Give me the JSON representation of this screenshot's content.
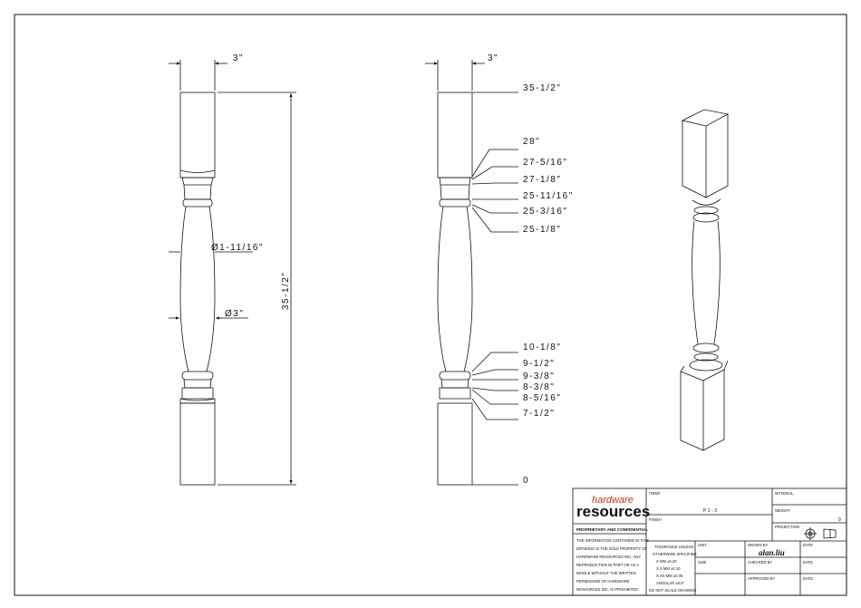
{
  "drawing": {
    "width_dims": [
      "3\"",
      "3\""
    ],
    "overall_height": "35-1/2\"",
    "diameter_min": "Ø1-11/16\"",
    "diameter_max": "Ø3\"",
    "elevations": [
      "35-1/2\"",
      "28\"",
      "27-5/16\"",
      "27-1/8\"",
      "25-11/16\"",
      "25-3/16\"",
      "25-1/8\"",
      "10-1/8\"",
      "9-1/2\"",
      "9-3/8\"",
      "8-3/8\"",
      "8-5/16\"",
      "7-1/2\"",
      "0"
    ]
  },
  "title_block": {
    "logo_top": "hardware",
    "logo_bottom": "resources",
    "proprietary_heading": "PROPRIETARY AND CONFIDENTIAL",
    "proprietary_lines": [
      "THE INFORMATION CONTAINED IN THIS",
      "DRAWING IS THE SOLE PROPERTY OF",
      "HARDWARE RESOURCES INC.  ANY",
      "REPRODUCTION IN PART OR AS A",
      "WHOLE  WITHOUT THE WRITTEN",
      "PERMISSION OF HARDWARE",
      "RESOURCES INC. IS PROHIBITED"
    ],
    "item_label": "ITEM#",
    "item_value": "P1-3",
    "finish_label": "FINISH",
    "material_label": "MATERIAL",
    "weight_label": "WEIGHT",
    "weight_value": "9",
    "projection_label": "PROJECTION",
    "tolerance_lines": [
      "TOLERANCE UNLESS",
      "OTHERWISE SPECIFIED",
      "X    MM   ±0.20",
      "X.X  MM   ±0.10",
      "X.XX MM   ±0.05",
      "ANGULAR    ±0.5°",
      "DO NOT SCALE DRAWING"
    ],
    "unit_label": "UNIT",
    "size_label": "SIZE",
    "drawn_by_label": "DRAWN BY",
    "drawn_by_value": "alan.liu",
    "checked_by_label": "CHECKED BY",
    "approved_by_label": "APPROVED BY",
    "date_label": "DATE"
  }
}
